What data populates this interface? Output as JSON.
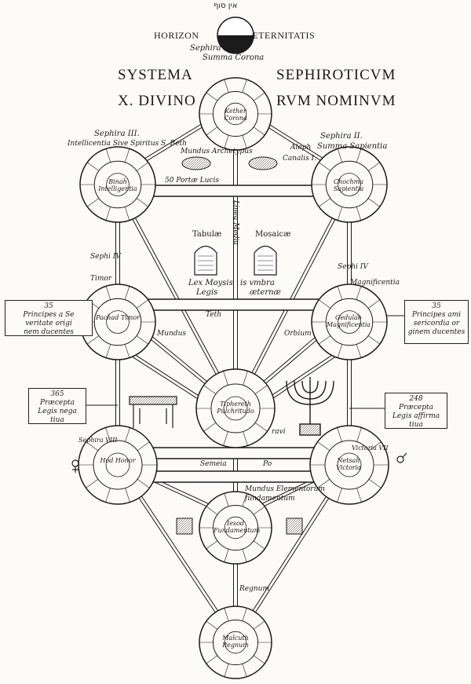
{
  "header": {
    "hebrew_top": "אין סוף",
    "horizon_left": "HORIZON",
    "horizon_right": "ÆTERNITATIS",
    "sephira_prima": "Sephira Prima",
    "summa_corona": "Summa Corona"
  },
  "title": {
    "left_1": "SYSTEMA",
    "right_1": "SEPHIROTICVM",
    "left_2": "X. DIVINO",
    "right_2": "RVM NOMINVM"
  },
  "labels": {
    "sephira_iii": "Sephira III.",
    "intelligentia": "Intellicentia Sive Spiritus S. Beth",
    "sephira_ii": "Sephira II.",
    "summa_sapientia": "Summa Sapientia",
    "aleph": "Aleph",
    "canalis_i": "Canalis I.",
    "mundus_archetypus": "Mundus Archetypus",
    "portae_lucis": "50 Portæ Lucis",
    "sephira_iv_left": "Sephi IV",
    "sephira_iv_right": "Sephi IV",
    "tabulae": "Tabulæ",
    "mosaicae": "Mosaicæ",
    "lex_moysis": "Lex Moysis",
    "legis": "Legis",
    "umbra": "is vmbra",
    "aeternae": "æternæ",
    "linea_media": "Linea Media",
    "timor": "Timor",
    "magnificentia": "Magnificentia",
    "teth": "Teth",
    "mundus": "Mundus",
    "orbium": "Orbium",
    "sephira_vii": "Victoria VII",
    "sephira_viii": "Sephira VIII",
    "ravi": "ravi",
    "semeia": "Semeia",
    "po": "Po",
    "mundus_elementorum": "Mundus Elementorum",
    "fundamentum": "fundamentum",
    "regnum": "Regnum"
  },
  "side_boxes": {
    "left_top": [
      "35",
      "Principes a Se",
      "veritate origi",
      "nem ducentes"
    ],
    "right_top": [
      "35",
      "Principes ami",
      "sericordia or",
      "ginem ducentes"
    ],
    "left_bottom": [
      "365",
      "Præcepta",
      "Legis nega",
      "tiua"
    ],
    "right_bottom": [
      "248",
      "Præcepta",
      "Legis affirma",
      "tiua"
    ]
  },
  "nodes": {
    "kether": "Kether Corona",
    "chochma": "Chochma Sapientia",
    "binah": "Binah Intelligentia",
    "gedulah": "Gedulah Magnificentia",
    "pachad": "Pachad Timor",
    "tiphereth": "Tiphereth Pulchritudo",
    "hod": "Hod Honor",
    "netsah": "Netsah Victoria",
    "iesod": "Iesod Fundamentum",
    "malcuth": "Malcuth Regnum"
  },
  "colors": {
    "ink": "#1b1b1b",
    "paper": "#fcfbf7"
  }
}
